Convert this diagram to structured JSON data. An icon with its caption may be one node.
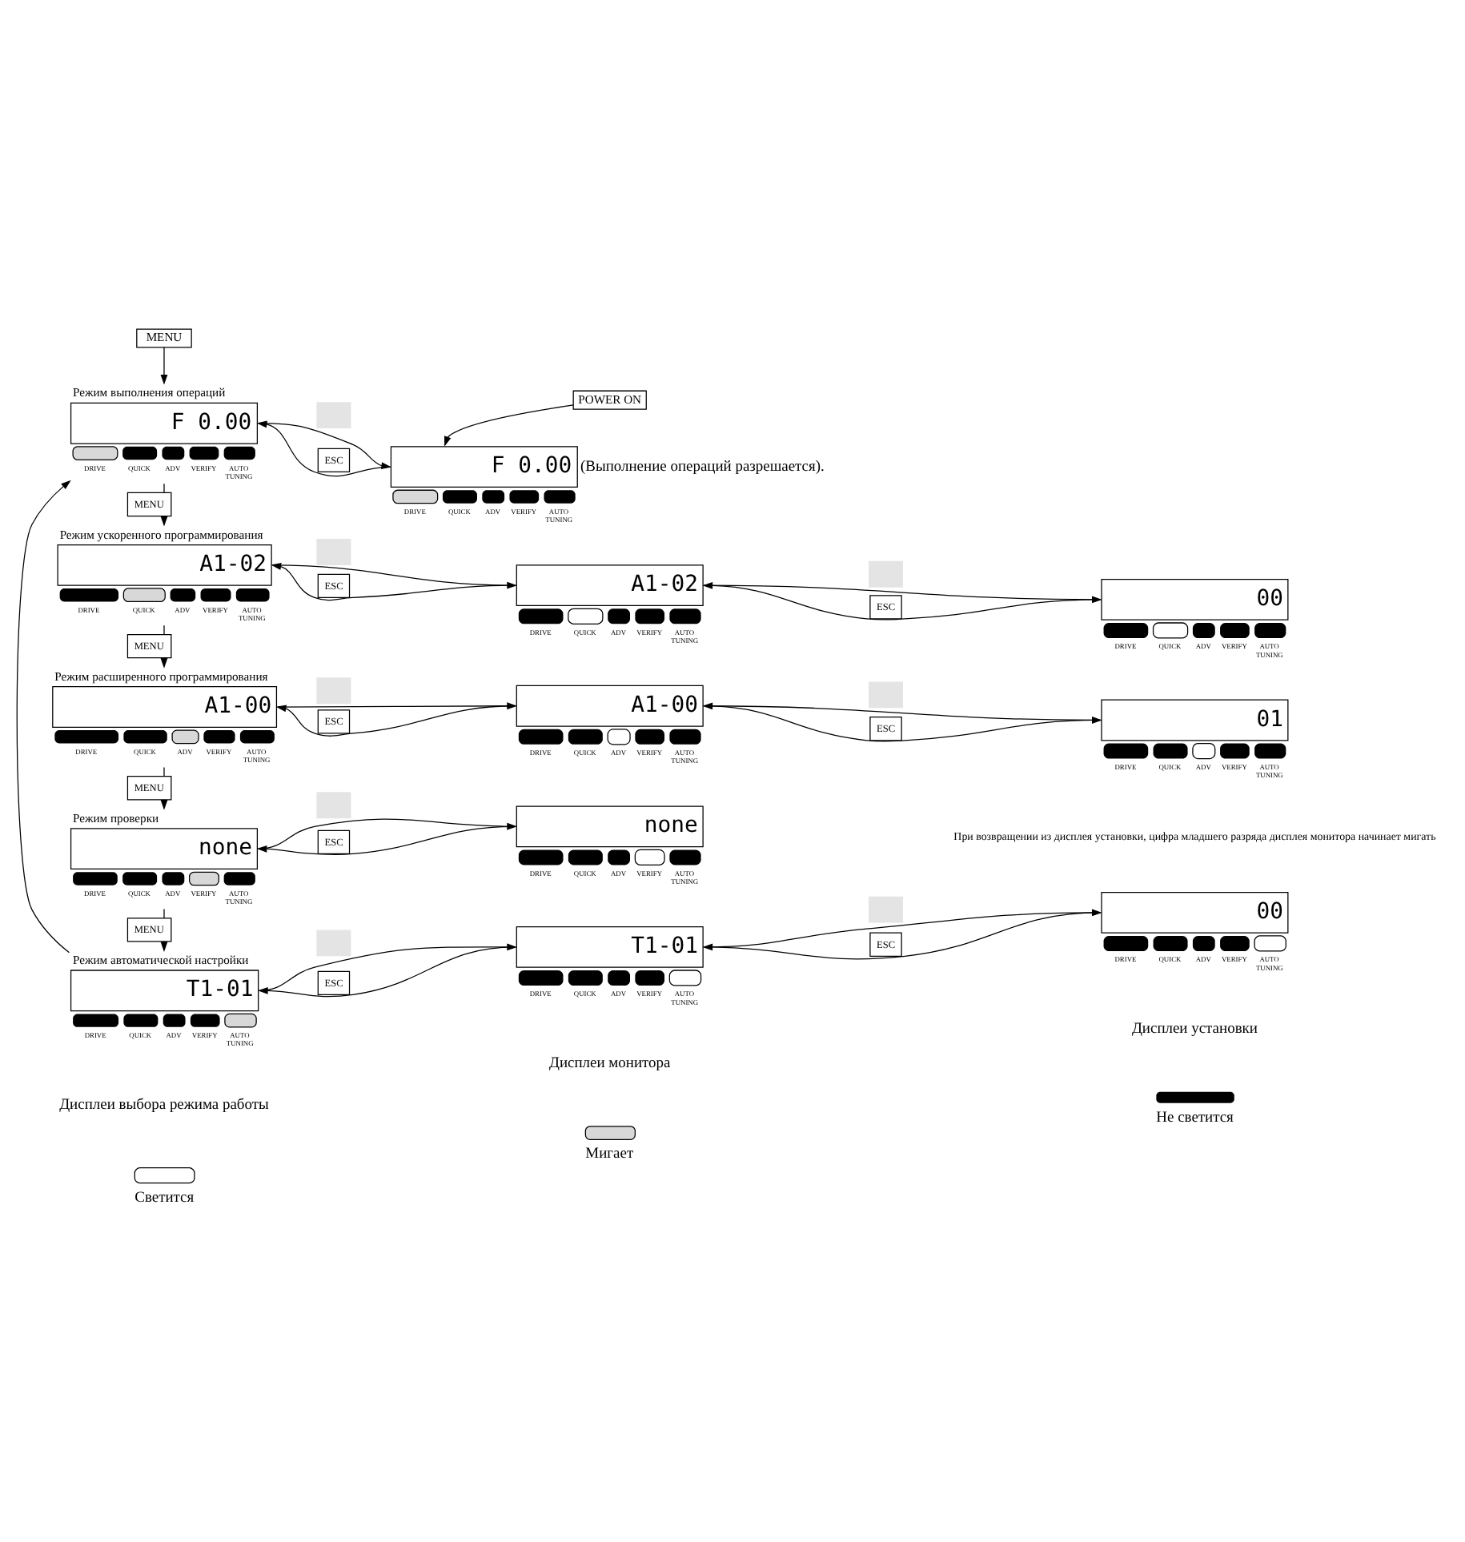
{
  "diagram": {
    "nodes": [
      {
        "text": [
          "MENU"
        ]
      },
      {
        "text": [
          "POWER ON"
        ]
      },
      {
        "text": [
          "Режим выполнения операций",
          "F 0.00"
        ],
        "beside": [
          "DRIVE",
          "QUICK",
          "ADV",
          "VERIFY",
          "AUTO TUNING"
        ]
      },
      {
        "text": [
          "F 0.00"
        ],
        "beside": [
          "DRIVE",
          "QUICK",
          "ADV",
          "VERIFY",
          "AUTO TUNING",
          "(Выполнение операций разрешается)."
        ]
      },
      {
        "text": [
          "Режим ускоренного программирования",
          "A1-02"
        ],
        "beside": [
          "DRIVE",
          "QUICK",
          "ADV",
          "VERIFY",
          "AUTO TUNING"
        ]
      },
      {
        "text": [
          "A1-02"
        ],
        "beside": [
          "DRIVE",
          "QUICK",
          "ADV",
          "VERIFY",
          "AUTO TUNING"
        ]
      },
      {
        "text": [
          "00"
        ],
        "beside": [
          "DRIVE",
          "QUICK",
          "ADV",
          "VERIFY",
          "AUTO TUNING"
        ]
      },
      {
        "text": [
          "Режим расширенного программирования",
          "A1-00"
        ],
        "beside": [
          "DRIVE",
          "QUICK",
          "ADV",
          "VERIFY",
          "AUTO TUNING"
        ]
      },
      {
        "text": [
          "A1-00"
        ],
        "beside": [
          "DRIVE",
          "QUICK",
          "ADV",
          "VERIFY",
          "AUTO TUNING"
        ]
      },
      {
        "text": [
          "01"
        ],
        "beside": [
          "DRIVE",
          "QUICK",
          "ADV",
          "VERIFY",
          "AUTO TUNING"
        ]
      },
      {
        "text": [
          "Режим проверки",
          "none"
        ],
        "beside": [
          "DRIVE",
          "QUICK",
          "ADV",
          "VERIFY",
          "AUTO TUNING"
        ]
      },
      {
        "text": [
          "none"
        ],
        "beside": [
          "DRIVE",
          "QUICK",
          "ADV",
          "VERIFY",
          "AUTO TUNING"
        ]
      },
      {
        "text": [
          "Режим автоматической настройки",
          "T1-01"
        ],
        "beside": [
          "DRIVE",
          "QUICK",
          "ADV",
          "VERIFY",
          "AUTO TUNING"
        ]
      },
      {
        "text": [
          "T1-01"
        ],
        "beside": [
          "DRIVE",
          "QUICK",
          "ADV",
          "VERIFY",
          "AUTO TUNING"
        ]
      },
      {
        "text": [
          "00"
        ],
        "beside": [
          "DRIVE",
          "QUICK",
          "ADV",
          "VERIFY",
          "AUTO TUNING"
        ]
      }
    ],
    "edges": [
      {
        "from": 0,
        "to": 2,
        "arrow": "to"
      },
      {
        "from": 1,
        "to": 3,
        "arrow": "to"
      },
      {
        "from": 2,
        "to": 3,
        "arrow": "to"
      },
      {
        "from": 3,
        "to": 2,
        "arrow": "to",
        "label": "ESC"
      },
      {
        "from": 2,
        "to": 4,
        "arrow": "to",
        "label": "MENU"
      },
      {
        "from": 4,
        "to": 5,
        "arrow": "to"
      },
      {
        "from": 5,
        "to": 4,
        "arrow": "to",
        "label": "ESC"
      },
      {
        "from": 5,
        "to": 6,
        "arrow": "to"
      },
      {
        "from": 6,
        "to": 5,
        "arrow": "to",
        "label": "ESC"
      },
      {
        "from": 4,
        "to": 7,
        "arrow": "to",
        "label": "MENU"
      },
      {
        "from": 7,
        "to": 8,
        "arrow": "to"
      },
      {
        "from": 8,
        "to": 7,
        "arrow": "to",
        "label": "ESC"
      },
      {
        "from": 8,
        "to": 9,
        "arrow": "to"
      },
      {
        "from": 9,
        "to": 8,
        "arrow": "to",
        "label": "ESC"
      },
      {
        "from": 7,
        "to": 10,
        "arrow": "to",
        "label": "MENU"
      },
      {
        "from": 10,
        "to": 11,
        "arrow": "to"
      },
      {
        "from": 11,
        "to": 10,
        "arrow": "to",
        "label": "ESC"
      },
      {
        "from": 10,
        "to": 12,
        "arrow": "to",
        "label": "MENU"
      },
      {
        "from": 12,
        "to": 13,
        "arrow": "to"
      },
      {
        "from": 13,
        "to": 12,
        "arrow": "to",
        "label": "ESC"
      },
      {
        "from": 13,
        "to": 14,
        "arrow": "to"
      },
      {
        "from": 14,
        "to": 13,
        "arrow": "to",
        "label": "ESC"
      },
      {
        "from": 12,
        "to": 2,
        "arrow": "to"
      }
    ],
    "labels": [
      "При возвращении из дисплея установки, цифра младшего разряда дисплея монитора начинает мигать",
      "Дисплеи выбора режима работы",
      "Дисплеи монитора",
      "Дисплеи установки"
    ],
    "legend": [
      {
        "text": "Светится"
      },
      {
        "text": "Мигает"
      },
      {
        "text": "Не светится"
      }
    ]
  }
}
